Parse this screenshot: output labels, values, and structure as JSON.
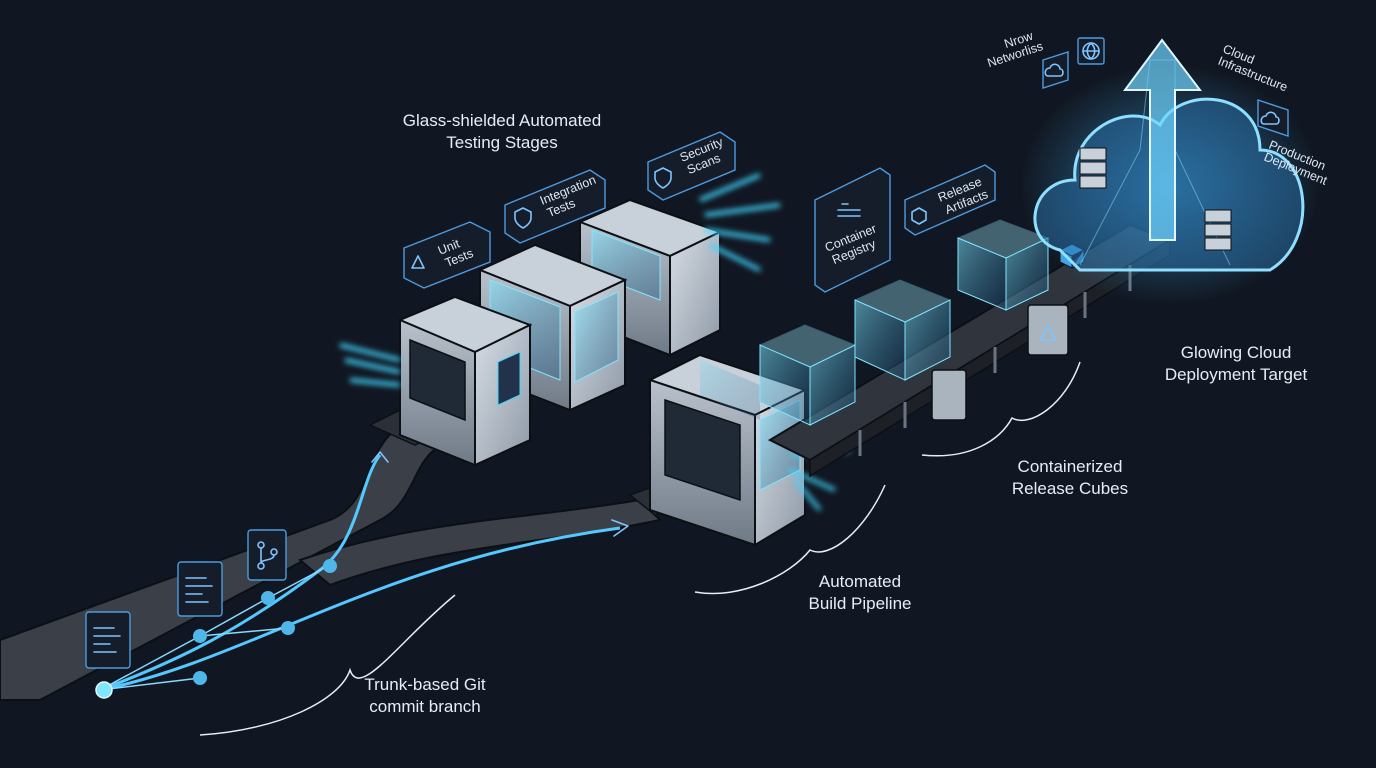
{
  "colors": {
    "background": "#111722",
    "glow": "#3fd6ff",
    "accent": "#4d9be0",
    "label_text": "#e6edf5"
  },
  "labels": {
    "testing": [
      "Glass-shielded Automated",
      "Testing Stages"
    ],
    "cloud_target": [
      "Glowing Cloud",
      "Deployment Target"
    ],
    "release_cubes": [
      "Containerized",
      "Release Cubes"
    ],
    "build_pipeline": [
      "Automated",
      "Build Pipeline"
    ],
    "trunk": [
      "Trunk-based Git",
      "commit branch"
    ]
  },
  "tags": {
    "unit_tests": [
      "Unit",
      "Tests"
    ],
    "integration_tests": [
      "Integration",
      "Tests"
    ],
    "security_scans": [
      "Security",
      "Scans"
    ],
    "container_registry": [
      "Container",
      "Registry"
    ],
    "release_artifacts": [
      "Release",
      "Artifacts"
    ],
    "networks": [
      "Nrow",
      "Networliss"
    ],
    "cloud_infrastructure": [
      "Cloud",
      "Infrastructure"
    ],
    "production_deployment": [
      "Production",
      "Deployment"
    ]
  },
  "icons": {
    "unit_tests": "flask-icon",
    "integration_tests": "shield-check-icon",
    "security_scans": "lock-shield-icon",
    "container_registry": "docker-icon",
    "release_artifacts": "package-icon",
    "networks": "cloud-icon",
    "globe": "globe-icon",
    "cloud_infrastructure": "cloud-icon",
    "commit_nodes": [
      "code-icon",
      "code-icon",
      "git-branch-icon"
    ]
  }
}
